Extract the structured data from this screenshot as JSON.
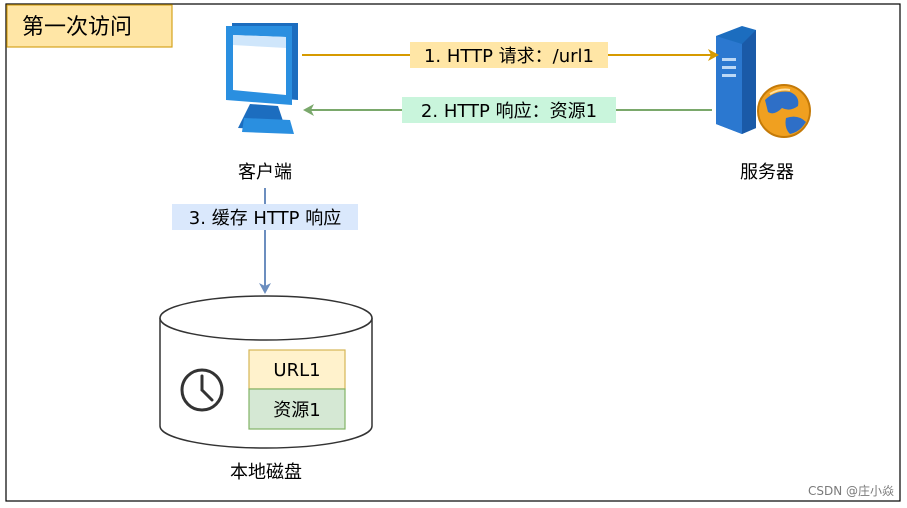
{
  "title": "第一次访问",
  "nodes": {
    "client": {
      "label": "客户端",
      "icon": "monitor-icon"
    },
    "server": {
      "label": "服务器",
      "icon": "server-globe-icon"
    },
    "disk": {
      "label": "本地磁盘",
      "icon": "database-cylinder-icon",
      "clock_icon": "clock-icon"
    }
  },
  "cache_table": {
    "key": "URL1",
    "value": "资源1"
  },
  "edges": [
    {
      "label": "1. HTTP 请求：/url1",
      "color": "#d69a00",
      "label_bg": "#ffe6a6"
    },
    {
      "label": "2. HTTP 响应：资源1",
      "color": "#7aa86b",
      "label_bg": "#c9f5dc"
    },
    {
      "label": "3. 缓存 HTTP 响应",
      "color": "#6c8ebf",
      "label_bg": "#dae8fc"
    }
  ],
  "credit": "CSDN @庄小焱",
  "colors": {
    "monitor_blue": "#2a8fe0",
    "monitor_dark": "#1c6dbf",
    "server_blue": "#2b78d0",
    "globe_orange": "#f0a020",
    "cache_key_bg": "#fff2cc",
    "cache_key_border": "#d6b656",
    "cache_value_bg": "#d5e8d4",
    "cache_value_border": "#82b366"
  }
}
